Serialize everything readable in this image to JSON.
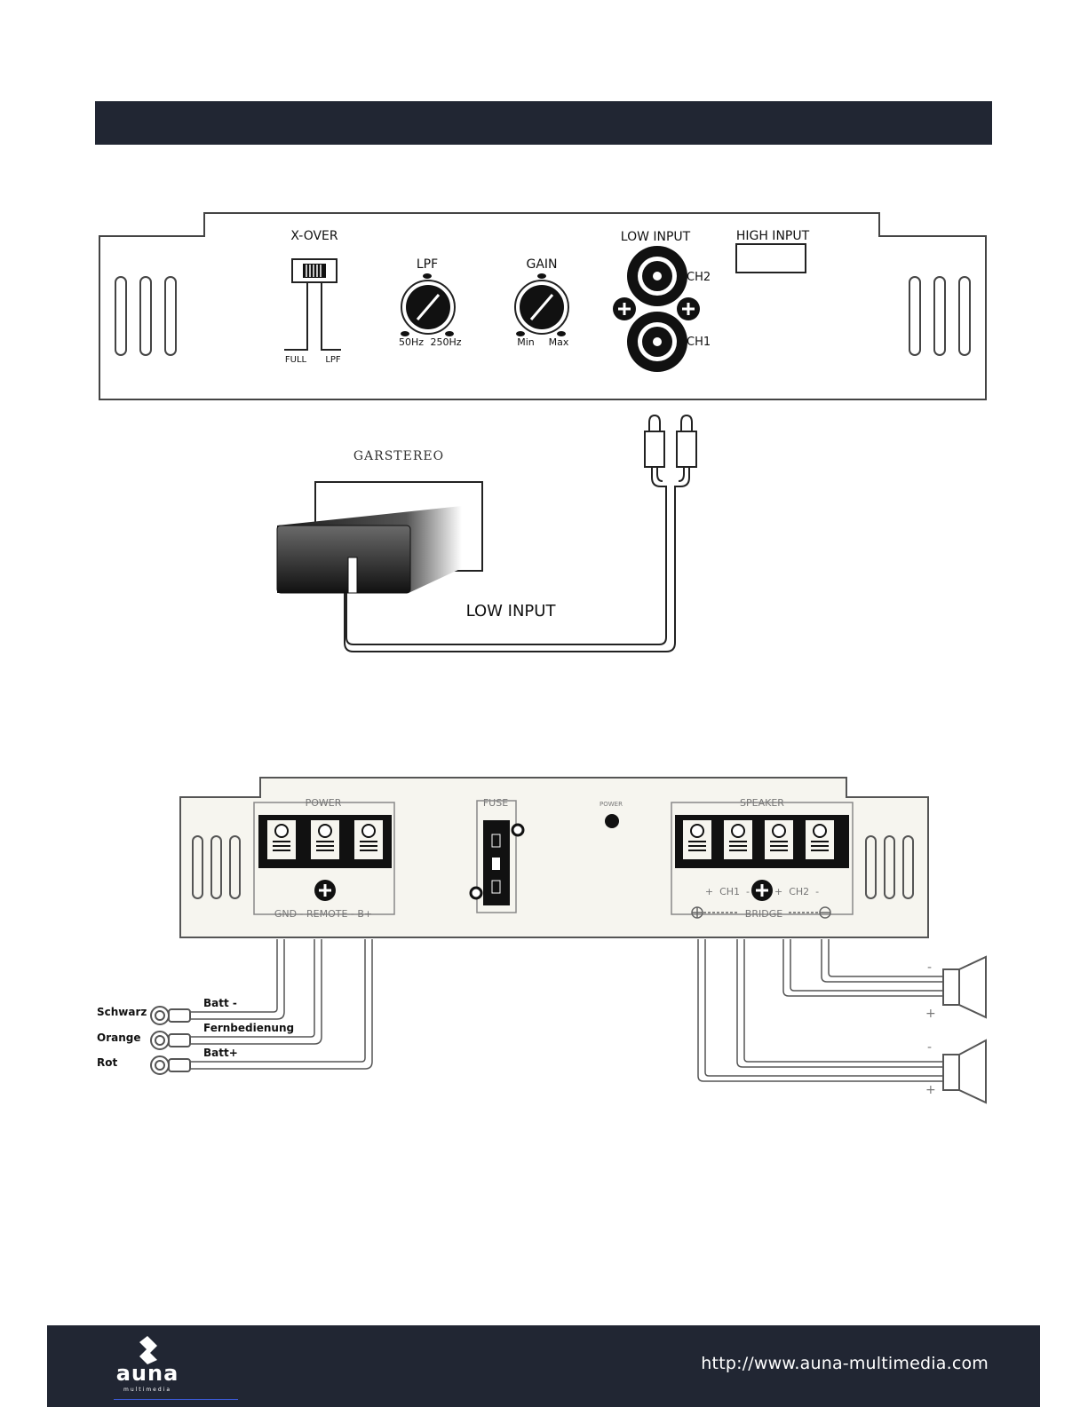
{
  "header": {
    "title": ""
  },
  "front_panel": {
    "xover_label": "X-OVER",
    "xover_full": "FULL",
    "xover_lpf": "LPF",
    "lpf_label": "LPF",
    "lpf_min": "50Hz",
    "lpf_max": "250Hz",
    "gain_label": "GAIN",
    "gain_min": "Min",
    "gain_max": "Max",
    "low_input_label": "LOW INPUT",
    "ch2_label": "CH2",
    "ch1_label": "CH1",
    "high_input_label": "HIGH INPUT"
  },
  "source": {
    "stereo_label": "GARSTEREO",
    "low_input_wire_label": "LOW INPUT"
  },
  "rear_panel": {
    "power_label": "POWER",
    "power_terminals": "GND - REMOTE - B+",
    "fuse_label": "FUSE",
    "power_led_label": "POWER",
    "speaker_label": "SPEAKER",
    "speaker_channels": "+  CH1  -        +  CH2  -",
    "bridge_label": "BRIDGE"
  },
  "wires": [
    {
      "color": "Schwarz",
      "function": "Batt -"
    },
    {
      "color": "Orange",
      "function": "Fernbedienung"
    },
    {
      "color": "Rot",
      "function": "Batt+"
    }
  ],
  "speakers": [
    {
      "minus": "-",
      "plus": "+"
    },
    {
      "minus": "-",
      "plus": "+"
    }
  ],
  "footer": {
    "url": "http://www.auna-multimedia.com",
    "logo_word": "auna",
    "logo_sub": "multimedia"
  },
  "colors": {
    "bar": "#212633",
    "panel": "#f6f5ef",
    "panel_stroke": "#555555"
  }
}
